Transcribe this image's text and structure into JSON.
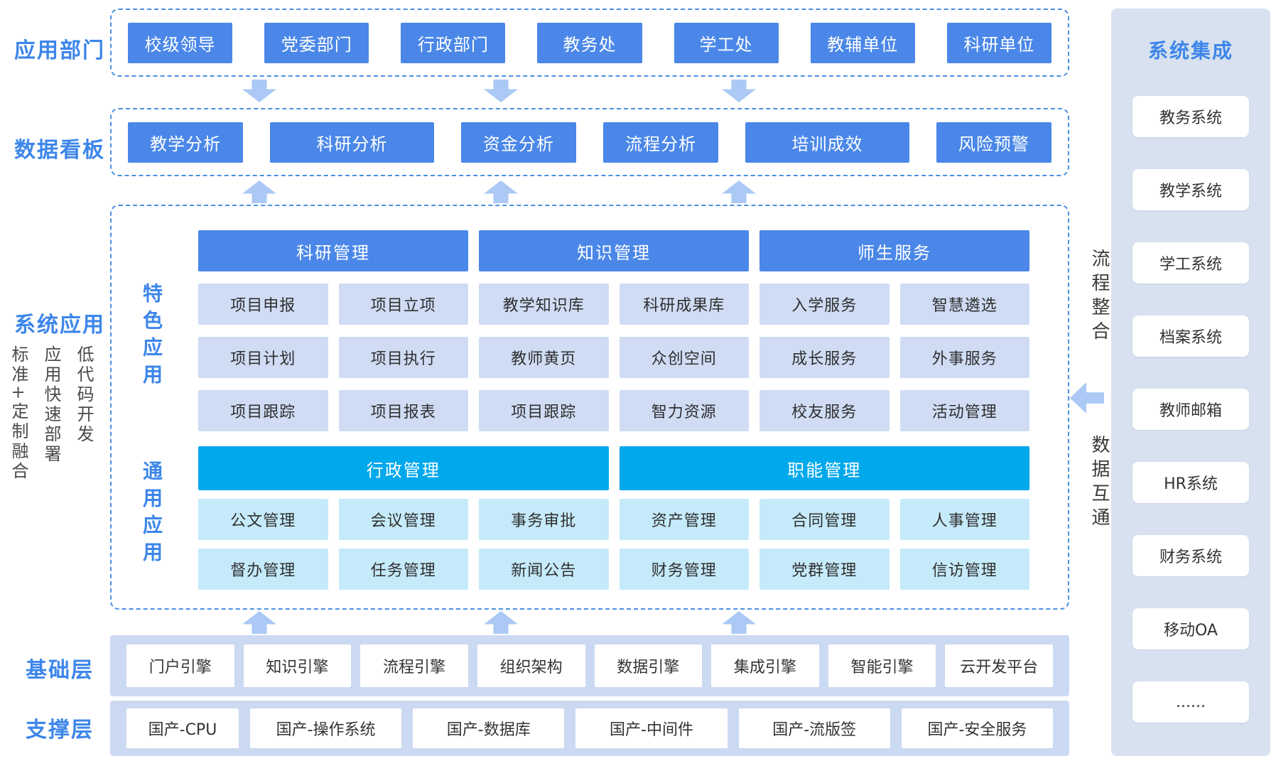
{
  "colors": {
    "accent_blue": "#4a87e8",
    "cyan_accent": "#00a8ec",
    "featured_cell_bg": "#cfdcf4",
    "general_cell_bg": "#c5eafa",
    "band_bg": "#ccd9f2",
    "sidebar_bg": "#d8e1ef",
    "label_blue": "#3d86ea",
    "arrow_blue": "#abc9f4",
    "dashed_border": "#4a90e2"
  },
  "labels": {
    "app_departments": "应用部门",
    "data_dashboard": "数据看板",
    "system_applications": "系统应用",
    "base_layer": "基础层",
    "support_layer": "支撑层",
    "notes": [
      "标准+定制融合",
      "应用快速部署",
      "低代码开发"
    ]
  },
  "app_departments": [
    "校级领导",
    "党委部门",
    "行政部门",
    "教务处",
    "学工处",
    "教辅单位",
    "科研单位"
  ],
  "data_dashboard": [
    "教学分析",
    "科研分析",
    "资金分析",
    "流程分析",
    "培训成效",
    "风险预警"
  ],
  "system_apps": {
    "featured": {
      "label": "特色应用",
      "headers": [
        "科研管理",
        "知识管理",
        "师生服务"
      ],
      "cells": [
        "项目申报",
        "项目立项",
        "教学知识库",
        "科研成果库",
        "入学服务",
        "智慧遴选",
        "项目计划",
        "项目执行",
        "教师黄页",
        "众创空间",
        "成长服务",
        "外事服务",
        "项目跟踪",
        "项目报表",
        "项目跟踪",
        "智力资源",
        "校友服务",
        "活动管理"
      ]
    },
    "general": {
      "label": "通用应用",
      "headers": [
        "行政管理",
        "职能管理"
      ],
      "cells": [
        "公文管理",
        "会议管理",
        "事务审批",
        "资产管理",
        "合同管理",
        "人事管理",
        "督办管理",
        "任务管理",
        "新闻公告",
        "财务管理",
        "党群管理",
        "信访管理"
      ]
    }
  },
  "integration_strip": [
    "流程整合",
    "数据互通"
  ],
  "base_layer": [
    "门户引擎",
    "知识引擎",
    "流程引擎",
    "组织架构",
    "数据引擎",
    "集成引擎",
    "智能引擎",
    "云开发平台"
  ],
  "support_layer": [
    "国产-CPU",
    "国产-操作系统",
    "国产-数据库",
    "国产-中间件",
    "国产-流版签",
    "国产-安全服务"
  ],
  "sidebar": {
    "title": "系统集成",
    "items": [
      "教务系统",
      "教学系统",
      "学工系统",
      "档案系统",
      "教师邮箱",
      "HR系统",
      "财务系统",
      "移动OA",
      "......"
    ]
  }
}
